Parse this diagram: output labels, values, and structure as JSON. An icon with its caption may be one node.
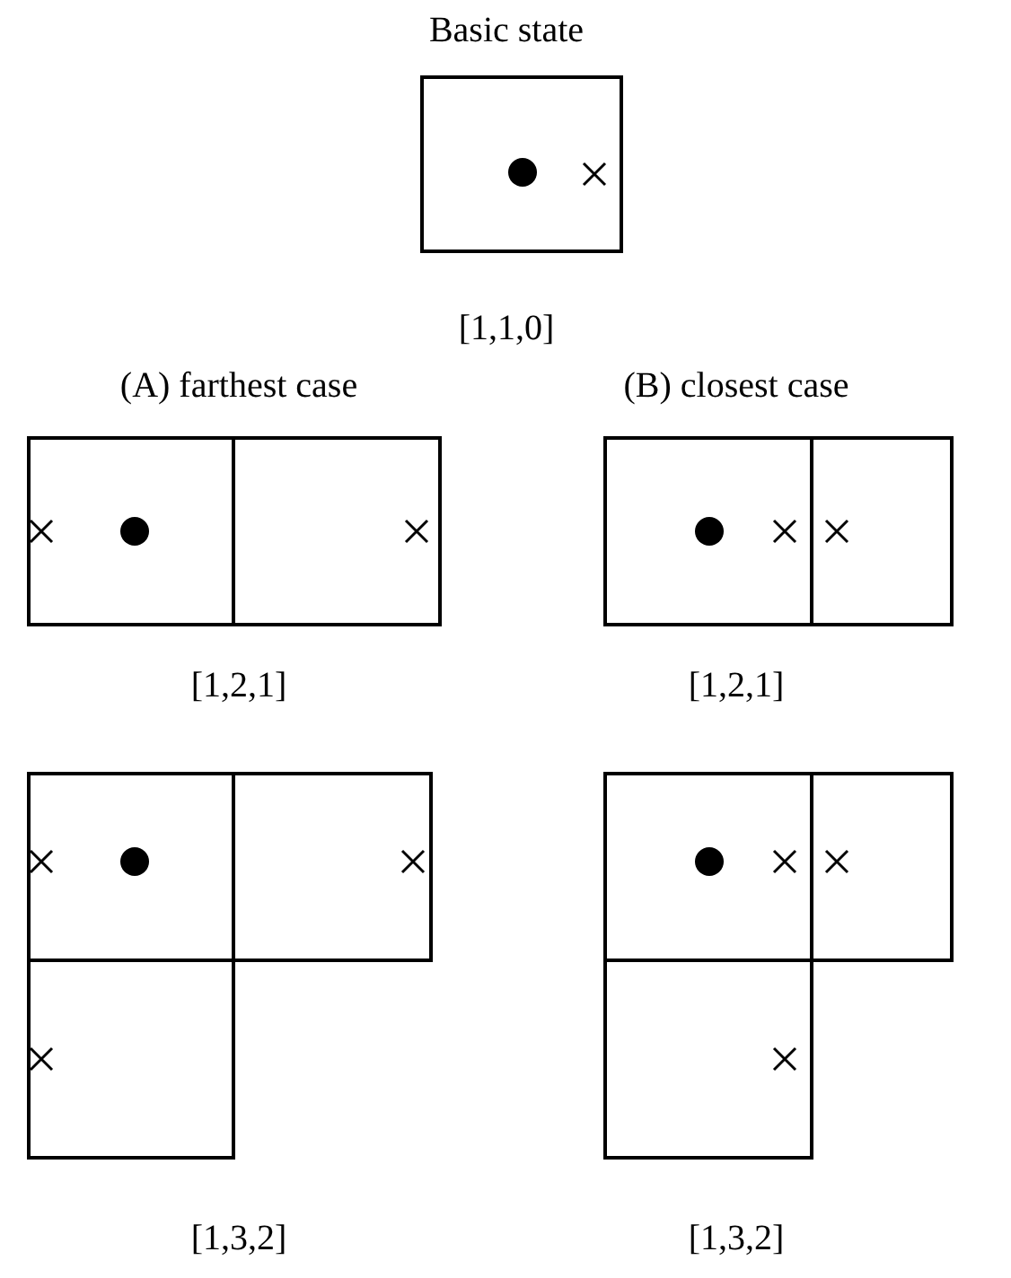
{
  "diagram": {
    "labels": [
      "Basic state",
      "[1,1,0]",
      "(A) farthest case",
      "(B) closest case",
      "[1,2,1]",
      "[1,2,1]",
      "[1,3,2]",
      "[1,3,2]"
    ]
  }
}
